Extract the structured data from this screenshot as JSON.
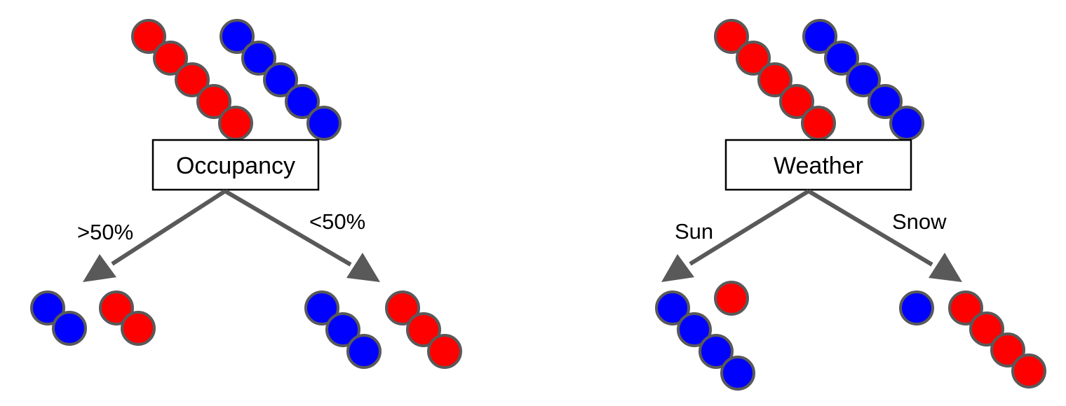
{
  "colors": {
    "red": "#ff0000",
    "blue": "#0000ff",
    "ball_outline": "#595959",
    "arrow": "#595959",
    "box_stroke": "#000000"
  },
  "trees": [
    {
      "node": "Occupancy",
      "parent_counts": {
        "red": 5,
        "blue": 5
      },
      "branches": [
        {
          "label": ">50%",
          "counts": {
            "blue": 2,
            "red": 2
          }
        },
        {
          "label": "<50%",
          "counts": {
            "blue": 3,
            "red": 3
          }
        }
      ]
    },
    {
      "node": "Weather",
      "parent_counts": {
        "red": 5,
        "blue": 5
      },
      "branches": [
        {
          "label": "Sun",
          "counts": {
            "blue": 4,
            "red": 1
          }
        },
        {
          "label": "Snow",
          "counts": {
            "blue": 1,
            "red": 4
          }
        }
      ]
    }
  ]
}
